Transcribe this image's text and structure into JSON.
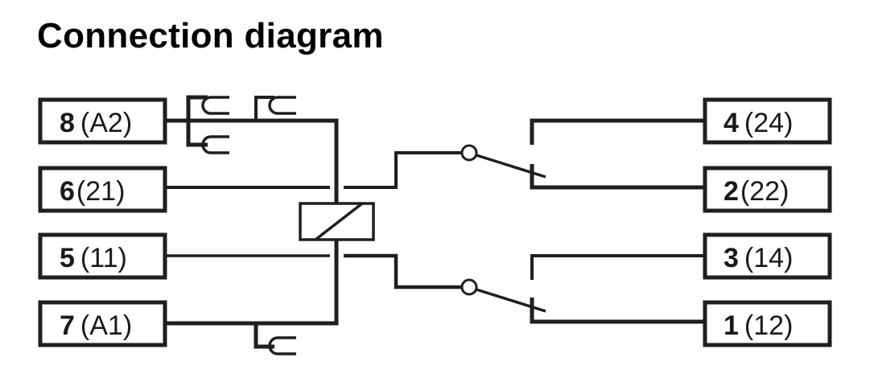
{
  "title": "Connection diagram",
  "colors": {
    "line": "#1f1f1f",
    "background": "#ffffff",
    "text": "#000000"
  },
  "left_terminals": [
    {
      "id": "t8",
      "number": "8",
      "code": "(A2)",
      "role": "coil"
    },
    {
      "id": "t6",
      "number": "6",
      "code": "(21)",
      "role": "common-contact"
    },
    {
      "id": "t5",
      "number": "5",
      "code": "(11)",
      "role": "common-contact"
    },
    {
      "id": "t7",
      "number": "7",
      "code": "(A1)",
      "role": "coil"
    }
  ],
  "right_terminals": [
    {
      "id": "t4",
      "number": "4",
      "code": "(24)",
      "role": "normally-open"
    },
    {
      "id": "t2",
      "number": "2",
      "code": "(22)",
      "role": "normally-closed"
    },
    {
      "id": "t3",
      "number": "3",
      "code": "(14)",
      "role": "normally-open"
    },
    {
      "id": "t1",
      "number": "1",
      "code": "(12)",
      "role": "normally-closed"
    }
  ],
  "components": {
    "coil": "relay-coil",
    "switches": [
      "changeover-contact-upper",
      "changeover-contact-lower"
    ],
    "plug_symbols": 4
  }
}
